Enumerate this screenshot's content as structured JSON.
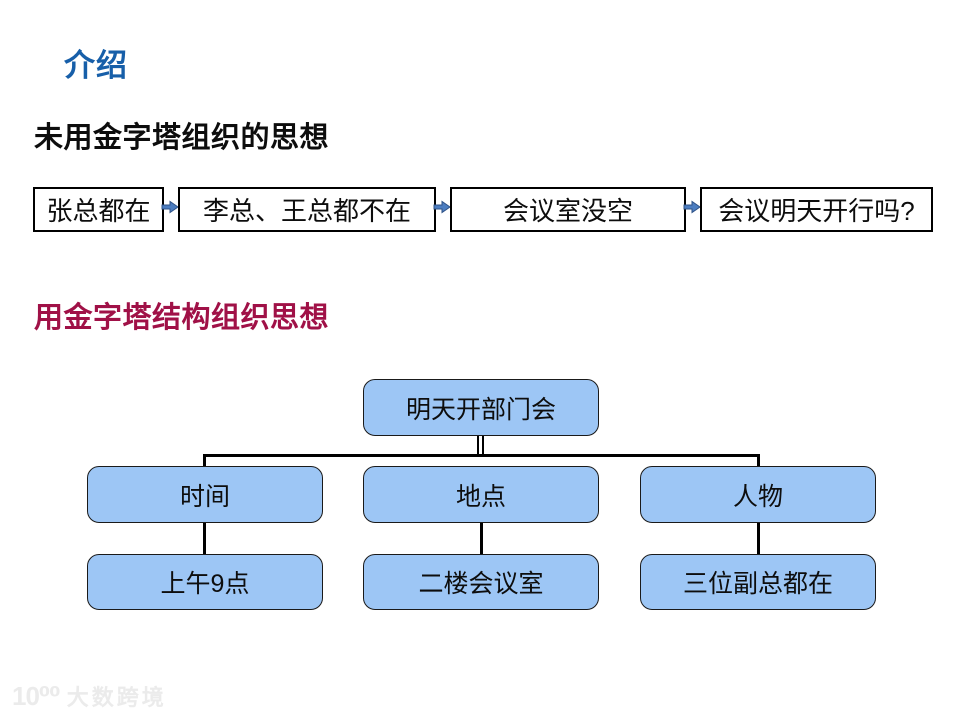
{
  "slide": {
    "title": "介绍",
    "heading_unstructured": "未用金字塔组织的思想",
    "heading_pyramid": "用金字塔结构组织思想"
  },
  "flow": {
    "items": [
      "张总都在",
      "李总、王总都不在",
      "会议室没空",
      "会议明天开行吗?"
    ]
  },
  "pyramid": {
    "root": "明天开部门会",
    "children": [
      {
        "label": "时间",
        "detail": "上午9点"
      },
      {
        "label": "地点",
        "detail": "二楼会议室"
      },
      {
        "label": "人物",
        "detail": "三位副总都在"
      }
    ]
  },
  "watermark": {
    "logo": "10⁰⁰",
    "brand": "大数跨境"
  },
  "colors": {
    "title_blue": "#175FA9",
    "heading_red": "#A01147",
    "tree_box_fill": "#9DC6F5",
    "arrow_fill": "#4C7DC0",
    "arrow_stroke": "#2F5387",
    "connector": "#000000",
    "watermark_gray": "#EBEBEB"
  }
}
